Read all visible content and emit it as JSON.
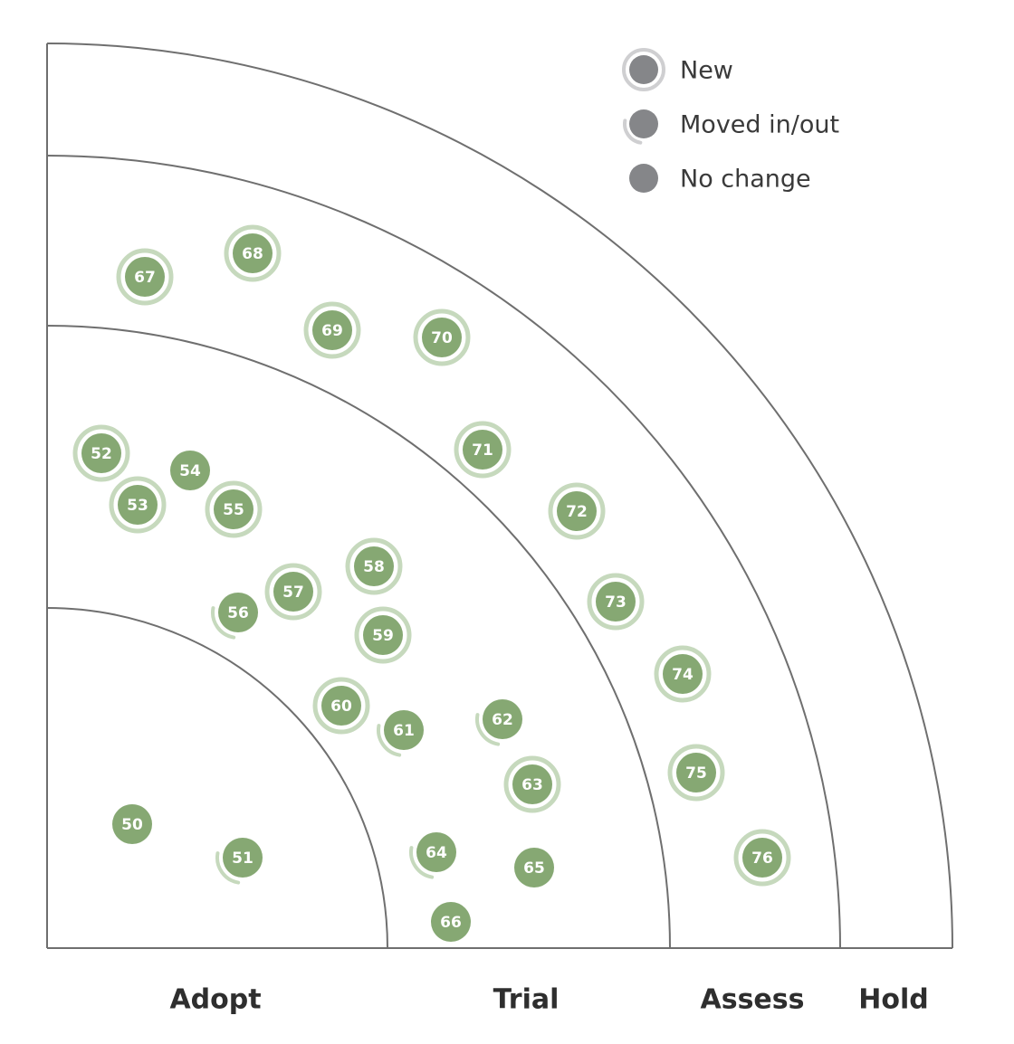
{
  "colors": {
    "blip": "#86a873",
    "blip_halo": "#c6d9bd",
    "legend_dot": "#858689",
    "legend_halo": "#cfcfd1",
    "ring_line": "#6f6f6f"
  },
  "legend": [
    {
      "key": "new",
      "label": "New",
      "icon": "new-ring-icon"
    },
    {
      "key": "moved",
      "label": "Moved in/out",
      "icon": "moved-arc-icon"
    },
    {
      "key": "none",
      "label": "No change",
      "icon": "dot-icon"
    }
  ],
  "rings": [
    "Adopt",
    "Trial",
    "Assess",
    "Hold"
  ],
  "blips": [
    {
      "number": "50",
      "ring": "Adopt",
      "status": "none"
    },
    {
      "number": "51",
      "ring": "Adopt",
      "status": "moved"
    },
    {
      "number": "52",
      "ring": "Trial",
      "status": "new"
    },
    {
      "number": "53",
      "ring": "Trial",
      "status": "new"
    },
    {
      "number": "54",
      "ring": "Trial",
      "status": "none"
    },
    {
      "number": "55",
      "ring": "Trial",
      "status": "new"
    },
    {
      "number": "56",
      "ring": "Trial",
      "status": "moved"
    },
    {
      "number": "57",
      "ring": "Trial",
      "status": "new"
    },
    {
      "number": "58",
      "ring": "Trial",
      "status": "new"
    },
    {
      "number": "59",
      "ring": "Trial",
      "status": "new"
    },
    {
      "number": "60",
      "ring": "Trial",
      "status": "new"
    },
    {
      "number": "61",
      "ring": "Trial",
      "status": "moved"
    },
    {
      "number": "62",
      "ring": "Trial",
      "status": "moved"
    },
    {
      "number": "63",
      "ring": "Trial",
      "status": "new"
    },
    {
      "number": "64",
      "ring": "Trial",
      "status": "moved"
    },
    {
      "number": "65",
      "ring": "Trial",
      "status": "none"
    },
    {
      "number": "66",
      "ring": "Trial",
      "status": "none"
    },
    {
      "number": "67",
      "ring": "Assess",
      "status": "new"
    },
    {
      "number": "68",
      "ring": "Assess",
      "status": "new"
    },
    {
      "number": "69",
      "ring": "Assess",
      "status": "new"
    },
    {
      "number": "70",
      "ring": "Assess",
      "status": "new"
    },
    {
      "number": "71",
      "ring": "Assess",
      "status": "new"
    },
    {
      "number": "72",
      "ring": "Assess",
      "status": "new"
    },
    {
      "number": "73",
      "ring": "Assess",
      "status": "new"
    },
    {
      "number": "74",
      "ring": "Assess",
      "status": "new"
    },
    {
      "number": "75",
      "ring": "Assess",
      "status": "new"
    },
    {
      "number": "76",
      "ring": "Assess",
      "status": "new"
    }
  ]
}
